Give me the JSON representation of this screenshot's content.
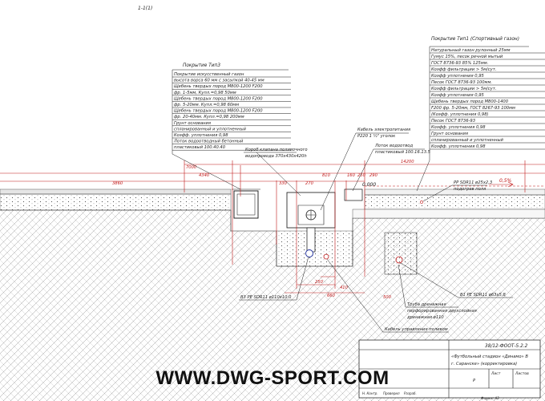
{
  "sheet_label": "1-1(1)",
  "layer_blocks": {
    "type3": {
      "title": "Покрытие Тип3",
      "lines": [
        "Покрытие искусственный газон",
        "высота ворса 60 мм с засыпкой 40-45 мм",
        "Щебень твердых пород М800-1200 F200",
        "фр. 1-5мм,  Купл.=0,98          50мм",
        "Щебень твердых пород М800-1200 F200",
        "фр. 5-20мм.   Купл.=0,98          60мм",
        "Щебень твердых пород М800-1200 F200",
        "фр. 20-40мм.   Купл.=0,98       200мм",
        "Грунт основания",
        "спланированный и уплотненный",
        "Коэфф. уплотнения 0,98",
        "Лоток водоотводный бетонный",
        "пластиковый 100.40.40"
      ]
    },
    "type1": {
      "title": "Покрытие Тип1 (Спортивный газон)",
      "lines": [
        "Натуральный газон рулонный 25мм",
        "Гумус 15%, песок речной мытый",
        "ГОСТ 8736-93  85%  125мм.",
        "Коэфф фильтрации > 5м/сут.",
        "Коэфф уплотнения 0,95",
        "Песок ГОСТ 8736-93          100мм.",
        "Коэфф фильтрации > 5м/сут.",
        "Коэфф уплотнения 0,95",
        "Щебень твердых пород М800-1400",
        "F200 фр. 5-20мм, ГОСТ 8267-93  100мм",
        "(Коэфф. уплотнения 0,98)",
        "Песок ГОСТ 8736-93",
        "Коэфф. уплотнения 0,98",
        "Грунт основания",
        "спланированный и уплотненный",
        "Коэфф. уплотнения 0,98"
      ]
    }
  },
  "callouts": {
    "cable": "Кабель электропитания",
    "cable_spec": "Р220 1 ½\" уголок",
    "valve_box": "Короб клапана поливочного",
    "valve_box_spec": "водопровода 370х430х420h",
    "channel": "Лоток водоотвод",
    "channel_spec": "пластиковый 100.16.13.5",
    "pipe_top": "PP SDR11 ø25х2,3",
    "pipe_top_sub": "подогрев поля",
    "pipe_left": "В3 PE SDR11 ø110х10,0",
    "pipe_right": "В1 PE SDR11 ø63х5,8",
    "drain": "Труба дренажная",
    "drain_sub1": "перфорированная двухслойная",
    "drain_sub2": "дренажная ø110",
    "irrigation_cable": "Кабель управления поливом",
    "slope": "0,5%",
    "level": "0.000"
  },
  "dimensions": {
    "top_total": "14200",
    "d7000": "7000",
    "d4340": "4340",
    "d3860": "3860",
    "d330": "330",
    "d270": "270",
    "d810": "810",
    "d160": "160",
    "d250": "250",
    "d290": "290",
    "b250": "250",
    "b410": "410",
    "b660": "660",
    "b500": "500"
  },
  "title_block": {
    "code": "38/12-ФООТ-5.2.2",
    "project_line1": "«Футбольный стадион «Динамо» В",
    "project_line2": "г. Саранске» (корректировка)",
    "stage": "Р",
    "sheet": "Лист",
    "sheets": "Листов",
    "format": "Формат А2",
    "row_labels": [
      "Н. Контр.",
      "Проверил",
      "Разраб."
    ]
  },
  "watermark": "WWW.DWG-SPORT.COM",
  "colors": {
    "dimension": "#c01818",
    "line": "#1a1a1a",
    "paper": "#ffffff"
  }
}
